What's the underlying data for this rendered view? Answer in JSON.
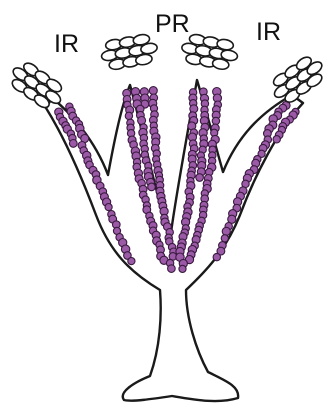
{
  "labels": {
    "left": "IR",
    "center": "PR",
    "right": "IR"
  },
  "colors": {
    "cell_fill": "#9b5aa6",
    "cell_stroke": "#3a1a40",
    "outline": "#1a1a1a",
    "background": "#ffffff"
  }
}
